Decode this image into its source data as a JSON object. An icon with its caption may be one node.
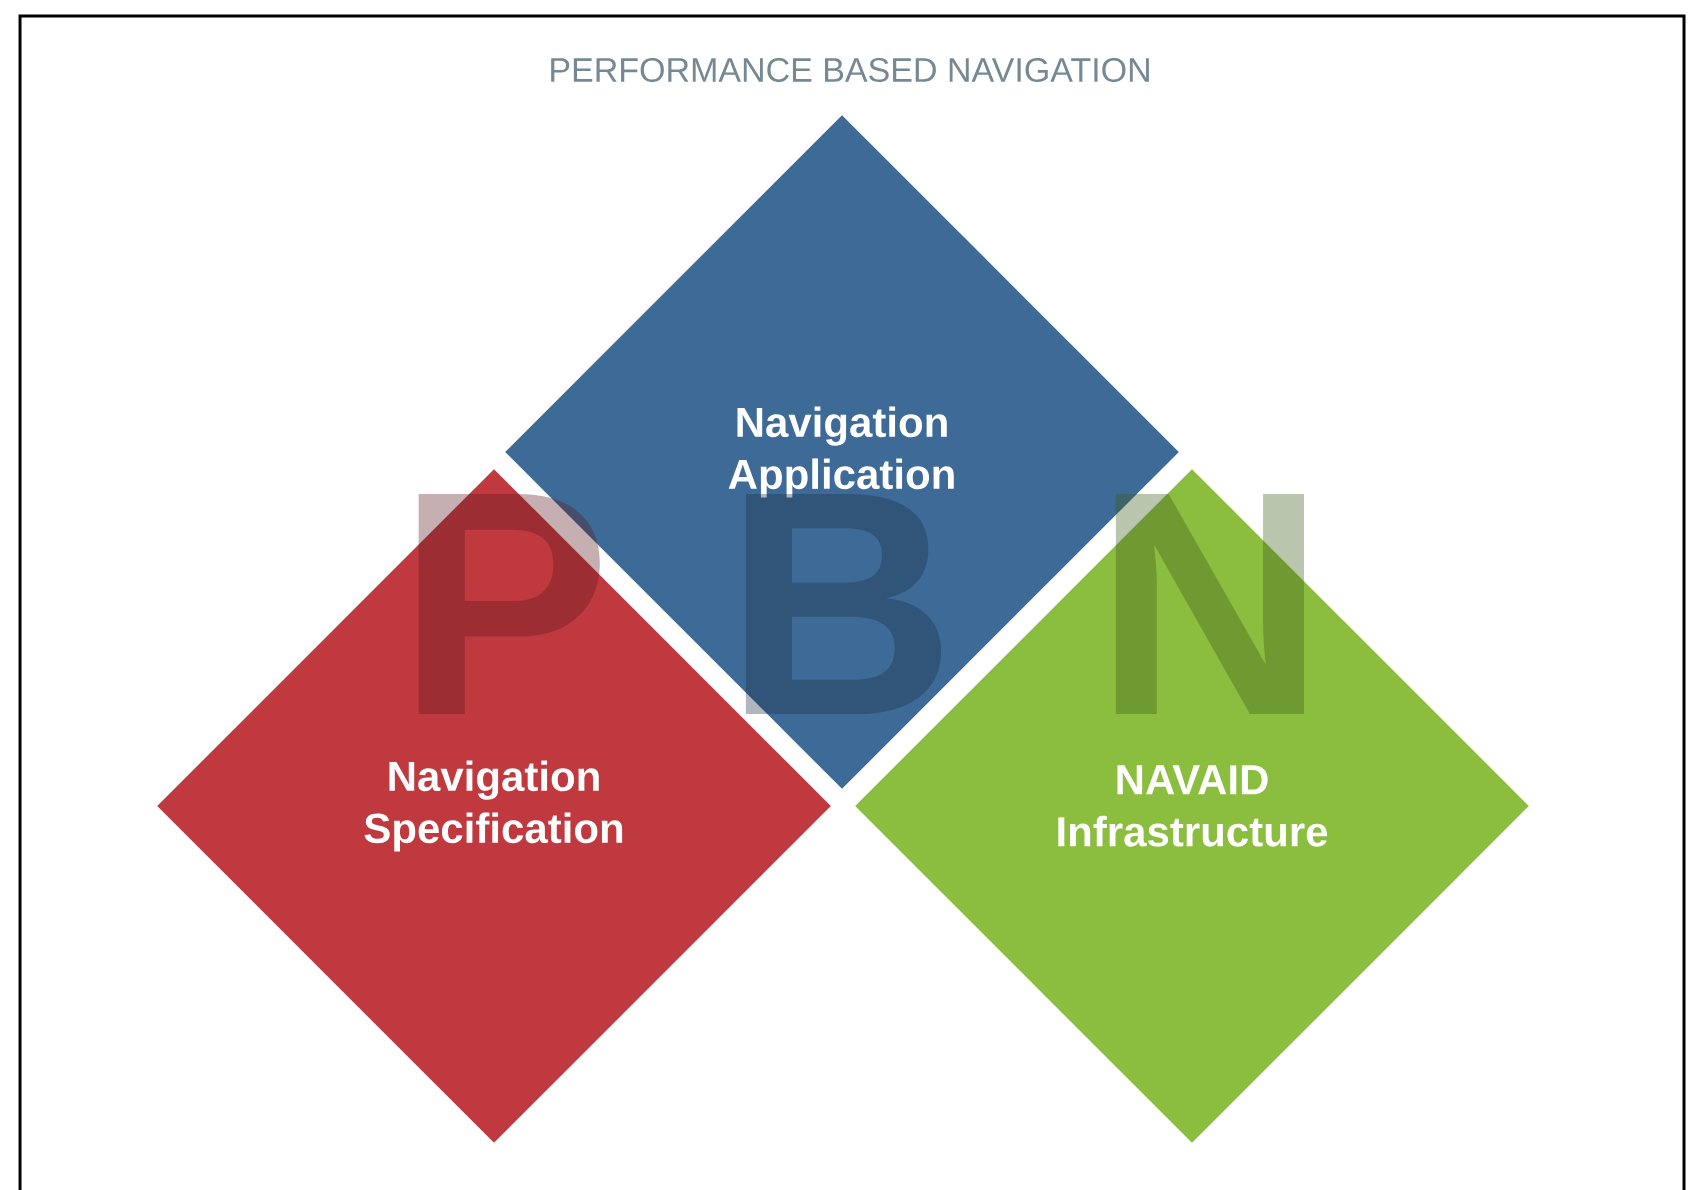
{
  "diagram": {
    "title": "PERFORMANCE BASED NAVIGATION",
    "nodes": [
      {
        "text": [
          "Navigation Application"
        ]
      },
      {
        "text": [
          "Navigation Specification"
        ]
      },
      {
        "text": [
          "NAVAID Infrastructure"
        ]
      }
    ],
    "labels": [
      "P",
      "B",
      "N"
    ]
  }
}
